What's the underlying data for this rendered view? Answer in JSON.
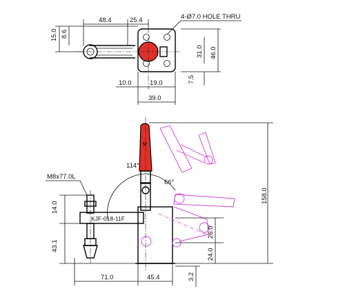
{
  "dimensions": {
    "top_width_left": "48.4",
    "top_width_mid": "25.4",
    "hole_note": "4-Ø7.0 HOLE THRU",
    "left_h1": "15.0",
    "left_h2": "8.6",
    "right_h1": "31.0",
    "right_h2": "46.0",
    "right_h3": "7.5",
    "bottom_10": "10.0",
    "bottom_19": "19.0",
    "bottom_39": "39.0",
    "radius_114": "114°",
    "angle_66": "66°",
    "bolt": "M8x77.0L",
    "model": "KJF-018-11F",
    "left_14": "14.0",
    "left_43": "43.1",
    "height_158": "158.0",
    "height_26": "26.0",
    "height_24": "24.0",
    "base_71": "71.0",
    "base_45": "45.4",
    "base_3": "3.2"
  },
  "colors": {
    "handle_red": "#e0302a",
    "ghost_pink": "#d23ad2",
    "line": "#111111"
  }
}
